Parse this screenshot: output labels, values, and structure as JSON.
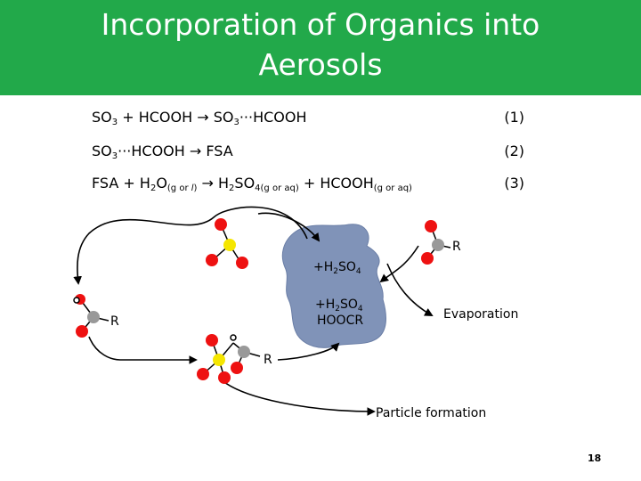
{
  "slide": {
    "title": "Incorporation of Organics into Aerosols",
    "page_number": "18"
  },
  "equations": [
    {
      "id": 1,
      "number": "(1)"
    },
    {
      "id": 2,
      "number": "(2)"
    },
    {
      "id": 3,
      "number": "(3)"
    }
  ],
  "labels": {
    "r_left": "R",
    "r_bottom": "R",
    "r_top_right": "R",
    "aerosol_top": "+H2SO4",
    "aerosol_mid": "+H2SO4",
    "aerosol_bottom": "HOOCR",
    "evaporation": "Evaporation",
    "particle_formation": "Particle formation"
  },
  "colors": {
    "header": "#22a94a",
    "oxygen": "#ee1111",
    "sulfur": "#f5e600",
    "carbon": "#999999",
    "aerosol": "#8093b8"
  }
}
